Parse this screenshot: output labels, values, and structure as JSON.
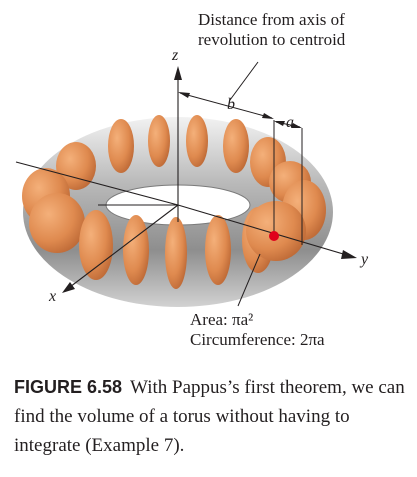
{
  "labels": {
    "centroid_line1": "Distance from axis of",
    "centroid_line2": "revolution to centroid",
    "axis_z": "z",
    "axis_y": "y",
    "axis_x": "x",
    "dim_b": "b",
    "dim_a": "a",
    "area": "Area: πa²",
    "circumference": "Circumference: 2πa"
  },
  "caption": {
    "label": "FIGURE 6.58",
    "text": "With Pappus’s first theorem, we can find the volume of a torus without having to integrate (Example 7)."
  },
  "colors": {
    "torus_silver": "#9a9a9a",
    "cross_section_orange": "#e08a4e",
    "centroid_dot": "#e0001b",
    "axis_line": "#231f20"
  }
}
